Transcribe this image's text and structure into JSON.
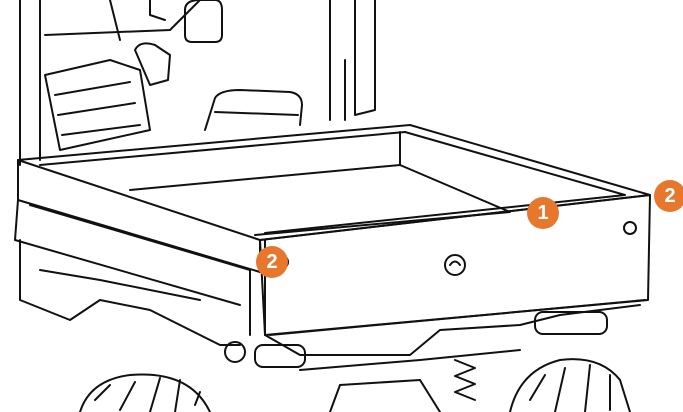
{
  "callouts": [
    {
      "number": "1",
      "color": "#e8772e"
    },
    {
      "number": "2",
      "color": "#e8772e"
    },
    {
      "number": "2",
      "color": "#e8772e"
    }
  ],
  "colors": {
    "line": "#111111",
    "background": "#ffffff",
    "accent": "#e8772e"
  }
}
